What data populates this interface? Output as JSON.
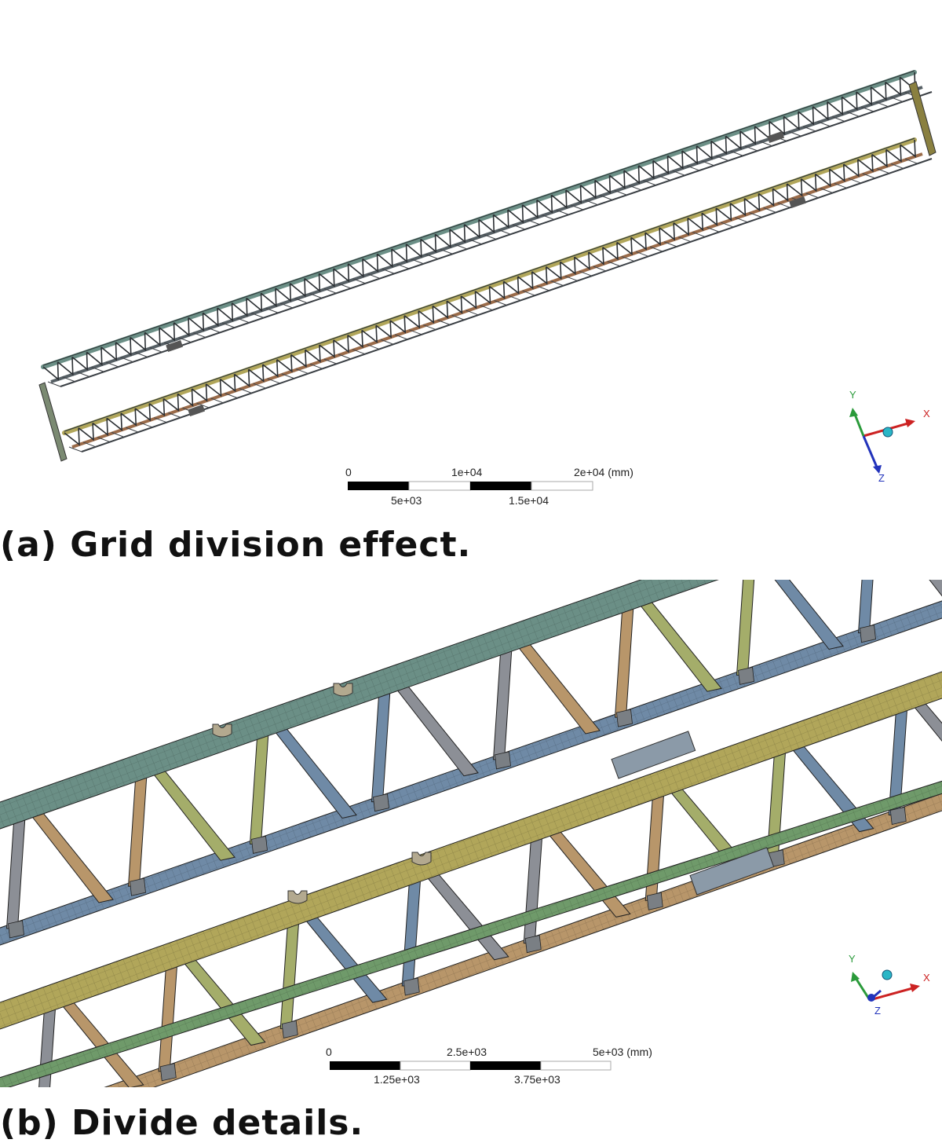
{
  "panel_a": {
    "caption": "(a) Grid division effect.",
    "scale_bar": {
      "top_labels": [
        "0",
        "1e+04",
        "2e+04 (mm)"
      ],
      "bottom_labels": [
        "5e+03",
        "1.5e+04"
      ]
    },
    "triad": {
      "x": "X",
      "y": "Y",
      "z": "Z"
    }
  },
  "panel_b": {
    "caption": "(b) Divide details.",
    "scale_bar": {
      "top_labels": [
        "0",
        "2.5e+03",
        "5e+03 (mm)"
      ],
      "bottom_labels": [
        "1.25e+03",
        "3.75e+03"
      ]
    },
    "triad": {
      "x": "X",
      "y": "Y",
      "z": "Z"
    }
  },
  "colors": {
    "chord_green": "#6b8f86",
    "chord_olive": "#b1a65a",
    "member_grey": "#8c8f96",
    "member_tan": "#b8966a",
    "member_blue": "#6f8aa6",
    "member_olive": "#a4ad6a",
    "axis_x": "#cc2222",
    "axis_y": "#2a9a3a",
    "axis_z": "#2233bb",
    "origin_ball": "#2ab6c6"
  }
}
